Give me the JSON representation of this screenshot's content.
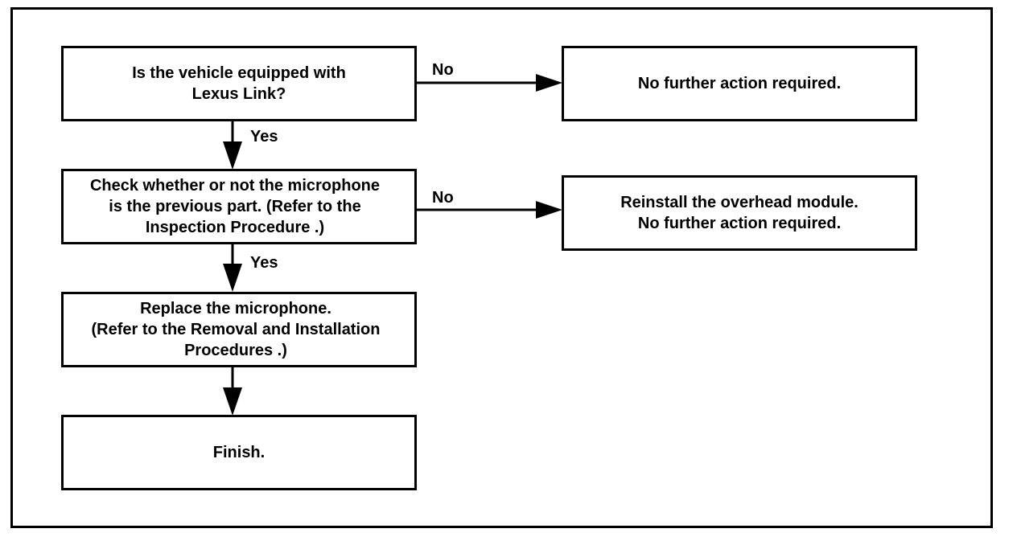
{
  "flowchart": {
    "step1": "Is the vehicle equipped with\nLexus Link?",
    "result1": "No further action required.",
    "step2": "Check whether or not the microphone\nis the previous part. (Refer to the\nInspection Procedure .)",
    "result2": "Reinstall the overhead module.\nNo further action required.",
    "step3": "Replace the microphone.\n(Refer to the Removal and Installation\nProcedures .)",
    "finish": "Finish."
  },
  "labels": {
    "no1": "No",
    "yes1": "Yes",
    "no2": "No",
    "yes2": "Yes"
  },
  "colors": {
    "line": "#000000",
    "background": "#ffffff"
  }
}
